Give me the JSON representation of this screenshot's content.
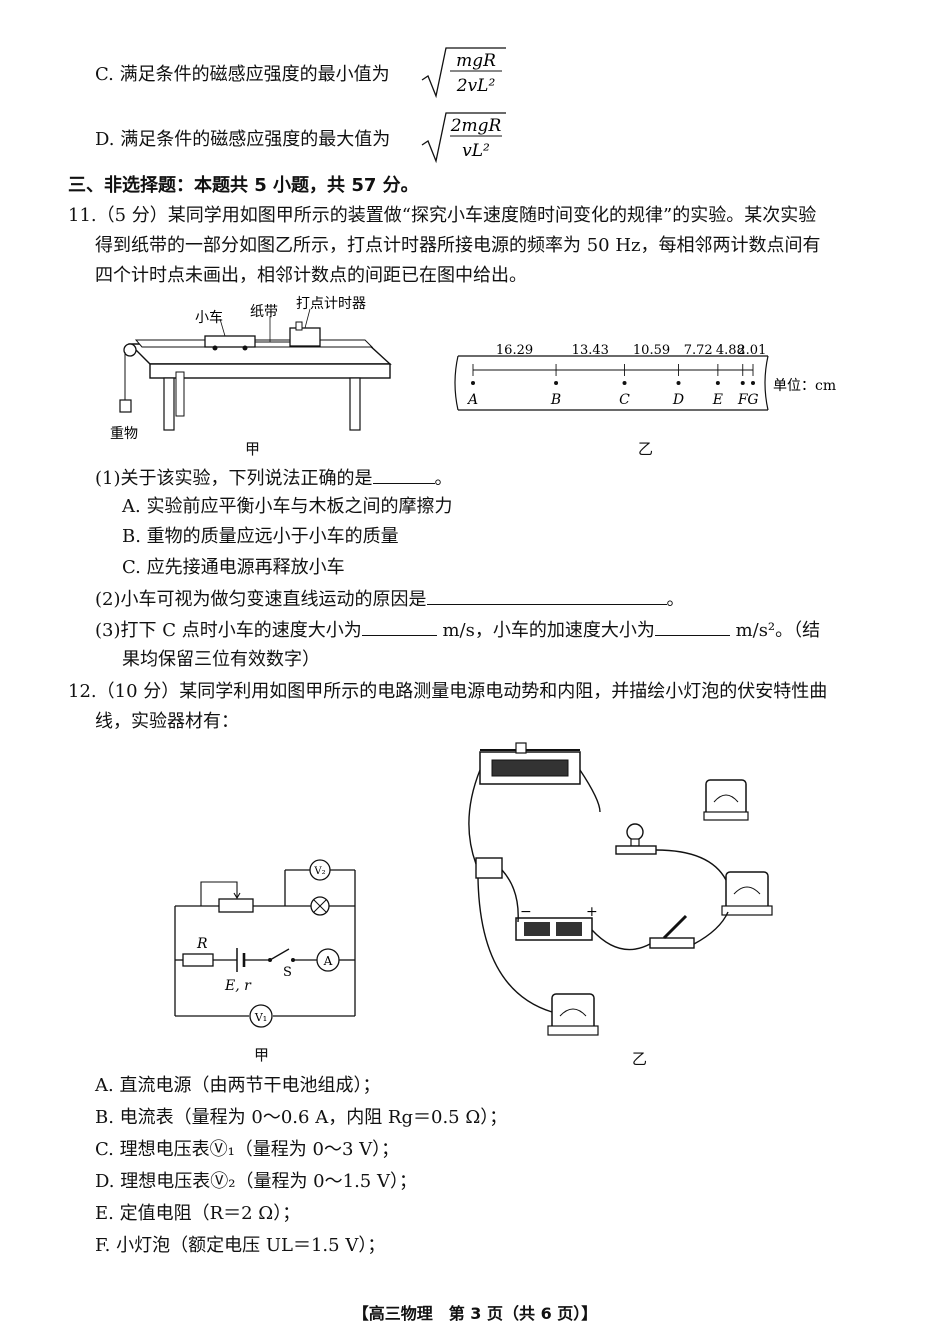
{
  "q10_options": {
    "C": "C. 满足条件的磁感应强度的最小值为",
    "C_num": "mgR",
    "C_den": "2vL²",
    "D": "D. 满足条件的磁感应强度的最大值为",
    "D_num": "2mgR",
    "D_den": "vL²"
  },
  "section3_title": "三、非选择题：本题共 5 小题，共 57 分。",
  "q11": {
    "stem_line1": "11.（5 分）某同学用如图甲所示的装置做“探究小车速度随时间变化的规律”的实验。某次实验",
    "stem_line2": "得到纸带的一部分如图乙所示，打点计时器所接电源的频率为 50 Hz，每相邻两计数点间有",
    "stem_line3": "四个计时点未画出，相邻计数点的间距已在图中给出。",
    "fig_jia": {
      "label_car": "小车",
      "label_tape": "纸带",
      "label_timer": "打点计时器",
      "label_weight": "重物",
      "caption": "甲"
    },
    "fig_yi": {
      "points": [
        "A",
        "B",
        "C",
        "D",
        "E",
        "F",
        "G"
      ],
      "distances": [
        "16.29",
        "13.43",
        "10.59",
        "7.72",
        "4.88",
        "2.01"
      ],
      "unit": "单位：cm",
      "caption": "乙"
    },
    "p1": "(1)关于该实验，下列说法正确的是",
    "p1_end": "。",
    "optA": "A. 实验前应平衡小车与木板之间的摩擦力",
    "optB": "B. 重物的质量应远小于小车的质量",
    "optC": "C. 应先接通电源再释放小车",
    "p2": "(2)小车可视为做匀变速直线运动的原因是",
    "p2_end": "。",
    "p3_a": "(3)打下 C 点时小车的速度大小为",
    "p3_b": "m/s，小车的加速度大小为",
    "p3_c": "m/s²。（结",
    "p3_line2": "果均保留三位有效数字）"
  },
  "q12": {
    "stem_line1": "12.（10 分）某同学利用如图甲所示的电路测量电源电动势和内阻，并描绘小灯泡的伏安特性曲",
    "stem_line2": "线，实验器材有：",
    "circuit": {
      "label_R": "R",
      "label_Er": "E, r",
      "label_S": "S",
      "label_V1": "V₁",
      "label_V2": "V₂",
      "label_A": "A",
      "caption": "甲"
    },
    "photo": {
      "plus": "+",
      "minus": "−",
      "caption": "乙"
    },
    "items": [
      "A. 直流电源（由两节干电池组成）；",
      "B. 电流表（量程为 0～0.6 A，内阻 Rg＝0.5 Ω）；",
      "C. 理想电压表Ⓥ₁（量程为 0～3 V）；",
      "D. 理想电压表Ⓥ₂（量程为 0～1.5 V）；",
      "E. 定值电阻（R＝2 Ω）；",
      "F. 小灯泡（额定电压 UL＝1.5 V）；"
    ]
  },
  "footer": "【高三物理　第 3 页（共 6 页）】"
}
